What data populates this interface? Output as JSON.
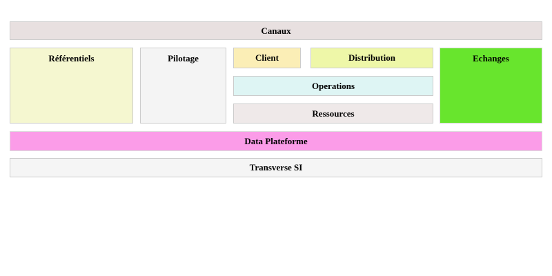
{
  "diagram": {
    "kind": "architecture-block-diagram",
    "background_color": "#ffffff",
    "border_color": "#cccccc",
    "text_color": "#000000",
    "blocks": {
      "canaux": {
        "label": "Canaux",
        "bg": "#e8e0e0"
      },
      "referentiels": {
        "label": "Référentiels",
        "bg": "#f5f7d0"
      },
      "pilotage": {
        "label": "Pilotage",
        "bg": "#f4f4f4"
      },
      "client": {
        "label": "Client",
        "bg": "#fbeeb6"
      },
      "distribution": {
        "label": "Distribution",
        "bg": "#eef7a8"
      },
      "operations": {
        "label": "Operations",
        "bg": "#def5f4"
      },
      "ressources": {
        "label": "Ressources",
        "bg": "#efe9e9"
      },
      "echanges": {
        "label": "Echanges",
        "bg": "#68e52d"
      },
      "data_plateforme": {
        "label": "Data Plateforme",
        "bg": "#fb9ce8"
      },
      "transverse_si": {
        "label": "Transverse SI",
        "bg": "#f5f5f5"
      }
    }
  }
}
